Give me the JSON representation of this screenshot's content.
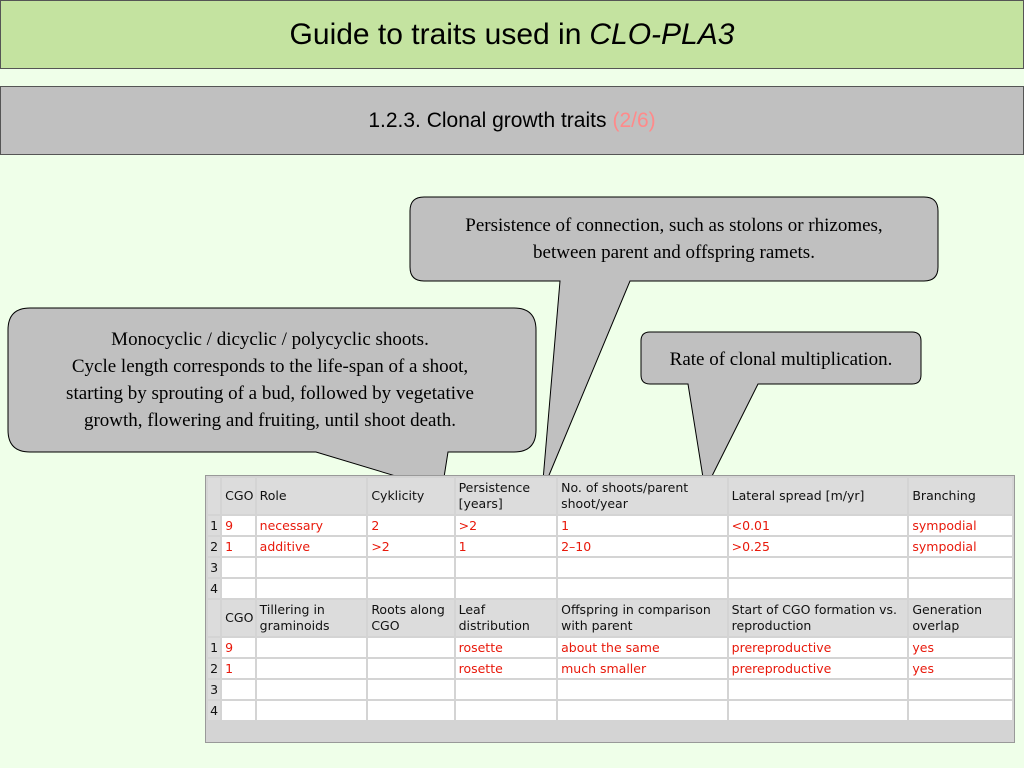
{
  "header": {
    "title_prefix": "Guide to traits used in",
    "title_emph": "CLO-PLA3",
    "section": "1.2.3. Clonal growth traits",
    "section_page": "(2/6)"
  },
  "callouts": {
    "persistence": [
      "Persistence of connection, such as stolons or rhizomes,",
      "between parent and offspring ramets."
    ],
    "cyclicity": [
      "Monocyclic / dicyclic / polycyclic shoots.",
      "Cycle length corresponds to the life-span of a shoot,",
      "starting by sprouting of a bud, followed by vegetative",
      "growth, flowering and fruiting, until shoot death."
    ],
    "rate": [
      "Rate of clonal multiplication."
    ]
  },
  "table1": {
    "headers": [
      "CGO",
      "Role",
      "Cyklicity",
      "Persistence [years]",
      "No. of shoots/parent shoot/year",
      "Lateral spread [m/yr]",
      "Branching"
    ],
    "row_numbers": [
      "1",
      "2",
      "3",
      "4"
    ],
    "rows": [
      [
        "9",
        "necessary",
        "2",
        ">2",
        "1",
        "<0.01",
        "sympodial"
      ],
      [
        "1",
        "additive",
        ">2",
        "1",
        "2–10",
        ">0.25",
        "sympodial"
      ],
      [
        "",
        "",
        "",
        "",
        "",
        "",
        ""
      ],
      [
        "",
        "",
        "",
        "",
        "",
        "",
        ""
      ]
    ]
  },
  "table2": {
    "headers": [
      "CGO",
      "Tillering in graminoids",
      "Roots along CGO",
      "Leaf distribution",
      "Offspring in comparison with parent",
      "Start of CGO formation vs. reproduction",
      "Generation overlap"
    ],
    "row_numbers": [
      "1",
      "2",
      "3",
      "4"
    ],
    "rows": [
      [
        "9",
        "",
        "",
        "rosette",
        "about the same",
        "prereproductive",
        "yes"
      ],
      [
        "1",
        "",
        "",
        "rosette",
        "much smaller",
        "prereproductive",
        "yes"
      ],
      [
        "",
        "",
        "",
        "",
        "",
        "",
        ""
      ],
      [
        "",
        "",
        "",
        "",
        "",
        "",
        ""
      ]
    ]
  },
  "colors": {
    "title_bg": "#c4e3a0",
    "section_bg": "#c0c0c0",
    "page_bg": "#efffe9",
    "callout_bg": "#c0c0c0",
    "value_text": "#e8190b",
    "section_page_text": "#ff8a8a"
  }
}
